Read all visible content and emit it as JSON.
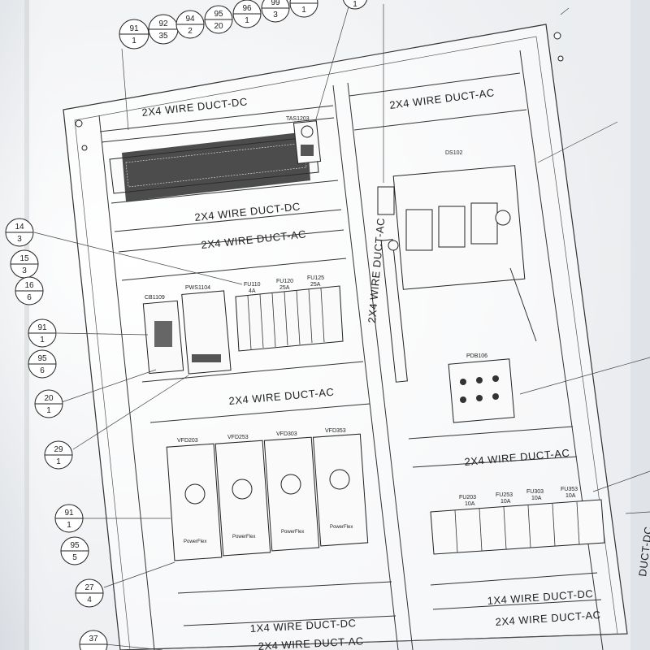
{
  "wire_ducts": {
    "top_left": "2X4 WIRE DUCT-DC",
    "top_right": "2X4 WIRE DUCT-AC",
    "left_dc_2": "2X4 WIRE DUCT-DC",
    "left_ac_1": "2X4 WIRE DUCT-AC",
    "left_ac_2": "2X4 WIRE DUCT-AC",
    "left_bottom_dc": "1X4 WIRE DUCT-DC",
    "left_bottom_ac": "2X4 WIRE DUCT-AC",
    "vertical_center": "2X4 WIRE DUCT-AC",
    "right_ac_1": "2X4 WIRE DUCT-AC",
    "right_bottom_dc": "1X4 WIRE DUCT-DC",
    "right_bottom_ac": "2X4 WIRE DUCT-AC",
    "right_edge_dc": "DUCT-DC"
  },
  "components": {
    "tas": "TAS1203",
    "ds": "DS102",
    "cb": "CB1109",
    "pwr": "PWS1104",
    "fu110": "FU110",
    "fu110_rating": "4A",
    "fu120": "FU120",
    "fu120_rating": "25A",
    "fu125": "FU125",
    "fu125_rating": "25A",
    "pdb": "PDB106",
    "vfd1": "VFD203",
    "vfd2": "VFD253",
    "vfd3": "VFD303",
    "vfd4": "VFD353",
    "fu203": "FU203",
    "fu203_rating": "10A",
    "fu253": "FU253",
    "fu253_rating": "10A",
    "fu303": "FU303",
    "fu303_rating": "10A",
    "fu353": "FU353",
    "fu353_rating": "10A"
  },
  "balloons_top": [
    {
      "top": "91",
      "bottom": "1"
    },
    {
      "top": "92",
      "bottom": "35"
    },
    {
      "top": "94",
      "bottom": "2"
    },
    {
      "top": "95",
      "bottom": "20"
    },
    {
      "top": "96",
      "bottom": "1"
    },
    {
      "top": "99",
      "bottom": "3"
    },
    {
      "top": "",
      "bottom": "1"
    }
  ],
  "balloons_left": [
    {
      "top": "14",
      "bottom": "3"
    },
    {
      "top": "15",
      "bottom": "3"
    },
    {
      "top": "16",
      "bottom": "6"
    },
    {
      "top": "91",
      "bottom": "1"
    },
    {
      "top": "95",
      "bottom": "6"
    },
    {
      "top": "20",
      "bottom": "1"
    },
    {
      "top": "29",
      "bottom": "1"
    },
    {
      "top": "91",
      "bottom": "1"
    },
    {
      "top": "95",
      "bottom": "5"
    },
    {
      "top": "27",
      "bottom": "4"
    },
    {
      "top": "37",
      "bottom": ""
    }
  ],
  "balloon_top_right": {
    "top": "",
    "bottom": "1"
  },
  "vfd_brand": "PowerFlex"
}
